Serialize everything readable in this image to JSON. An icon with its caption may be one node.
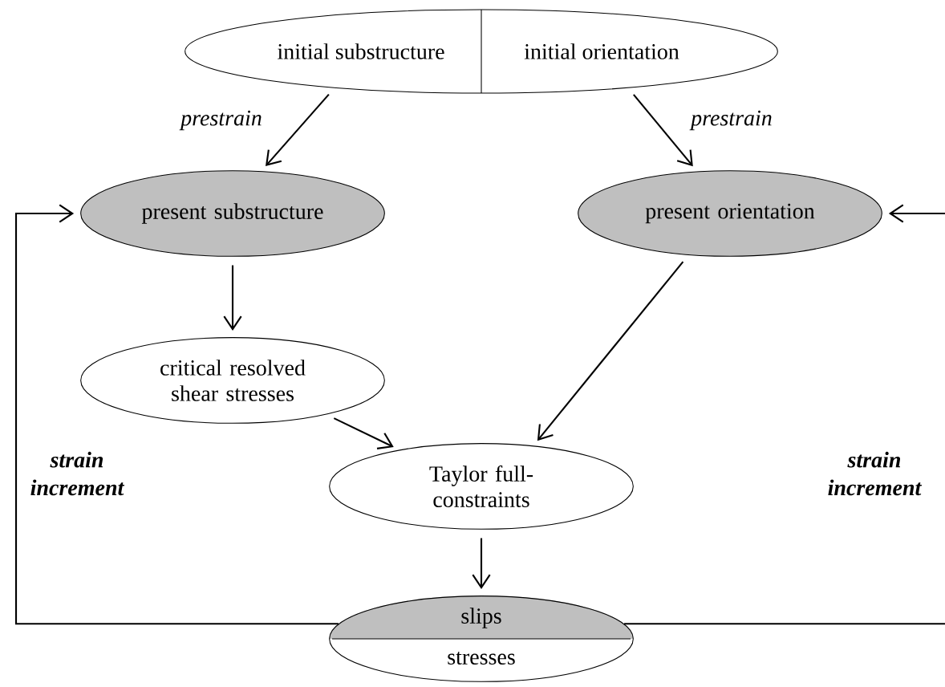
{
  "diagram": {
    "nodes": [
      {
        "text": [
          "initial substructure",
          "initial orientation"
        ]
      },
      {
        "text": [
          "present substructure"
        ]
      },
      {
        "text": [
          "present orientation"
        ]
      },
      {
        "text": [
          "critical resolved shear stresses"
        ]
      },
      {
        "text": [
          "Taylor full-constraints"
        ]
      },
      {
        "text": [
          "slips",
          "stresses"
        ]
      }
    ],
    "edges": [
      {
        "from": 0,
        "to": 1,
        "arrow": "to",
        "label": "prestrain"
      },
      {
        "from": 0,
        "to": 2,
        "arrow": "to",
        "label": "prestrain"
      },
      {
        "from": 1,
        "to": 3,
        "arrow": "to"
      },
      {
        "from": 2,
        "to": 4,
        "arrow": "to"
      },
      {
        "from": 3,
        "to": 4,
        "arrow": "to"
      },
      {
        "from": 4,
        "to": 5,
        "arrow": "to"
      },
      {
        "from": 5,
        "to": 1,
        "arrow": "to",
        "label": "strain increment"
      },
      {
        "from": 5,
        "to": 2,
        "arrow": "to",
        "label": "strain increment"
      }
    ]
  }
}
